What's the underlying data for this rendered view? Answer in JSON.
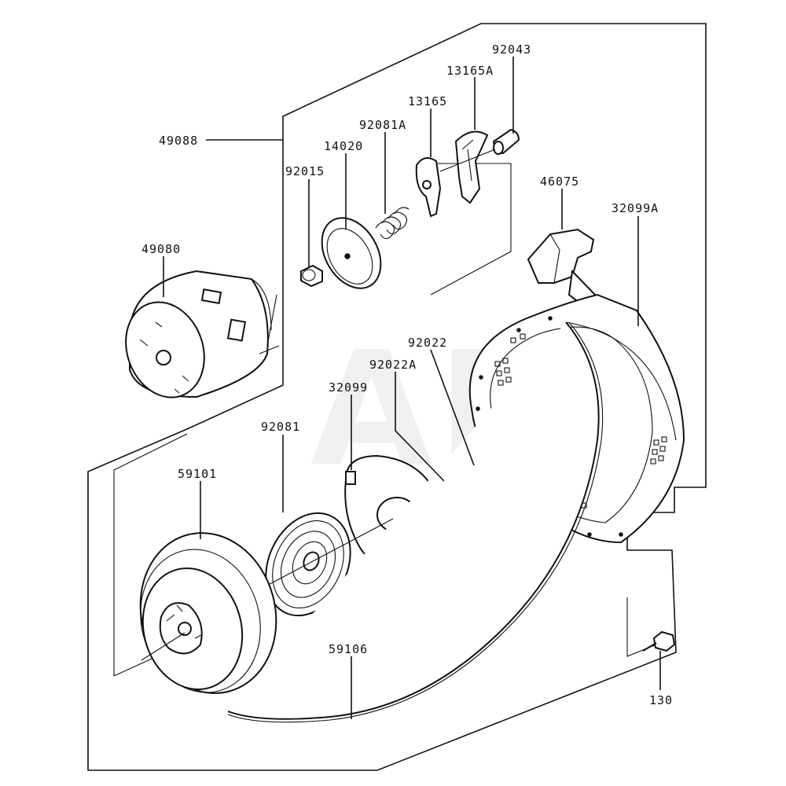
{
  "watermark": "ARI",
  "labels": {
    "p92043": "92043",
    "p13165A": "13165A",
    "p13165": "13165",
    "p92081A": "92081A",
    "p49088": "49088",
    "p14020": "14020",
    "p92015": "92015",
    "p46075": "46075",
    "p32099A": "32099A",
    "p49080": "49080",
    "p92022": "92022",
    "p92022A": "92022A",
    "p32099": "32099",
    "p92081": "92081",
    "p59101": "59101",
    "p59106": "59106",
    "p130": "130"
  }
}
